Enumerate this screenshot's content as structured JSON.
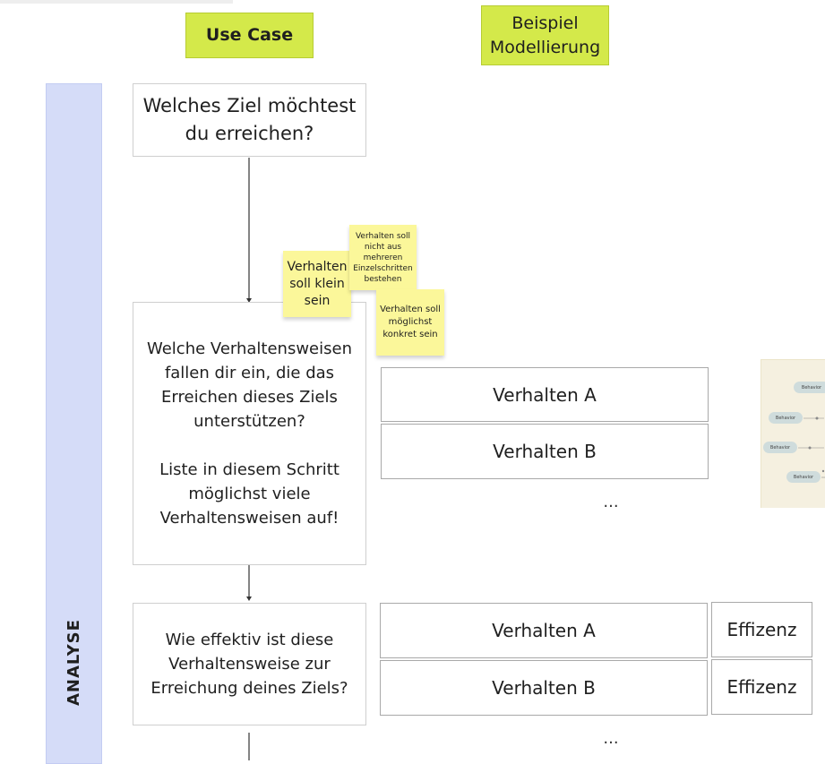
{
  "headers": {
    "use_case": "Use Case",
    "beispiel": "Beispiel\nModellierung"
  },
  "sidebar": {
    "label": "ANALYSE"
  },
  "steps": {
    "q1": "Welches Ziel möchtest du erreichen?",
    "q2_main": "Welche Verhaltensweisen fallen dir ein, die das Erreichen dieses Ziels unterstützen?",
    "q2_hint": "Liste in diesem Schritt möglichst viele Verhaltensweisen auf!",
    "q3": "Wie effektiv ist diese Verhaltensweise zur Erreichung deines Ziels?"
  },
  "stickies": {
    "s1": "Verhalten soll klein sein",
    "s2": "Verhalten soll nicht aus mehreren Einzelschritten bestehen",
    "s3": "Verhalten soll möglichst konkret sein"
  },
  "list1": {
    "items": [
      "Verhalten A",
      "Verhalten B"
    ],
    "more": "..."
  },
  "list2": {
    "items": [
      "Verhalten A",
      "Verhalten B"
    ],
    "effizienz": [
      "Effizenz",
      "Effizenz"
    ],
    "more": "..."
  },
  "thumbnail": {
    "pills": [
      "Behavior",
      "Behavior",
      "Behavior",
      "Behavior"
    ]
  },
  "colors": {
    "header_green": "#d4e94a",
    "sidebar_blue": "#d5dcf8",
    "sticky_yellow": "#fbf79a"
  }
}
